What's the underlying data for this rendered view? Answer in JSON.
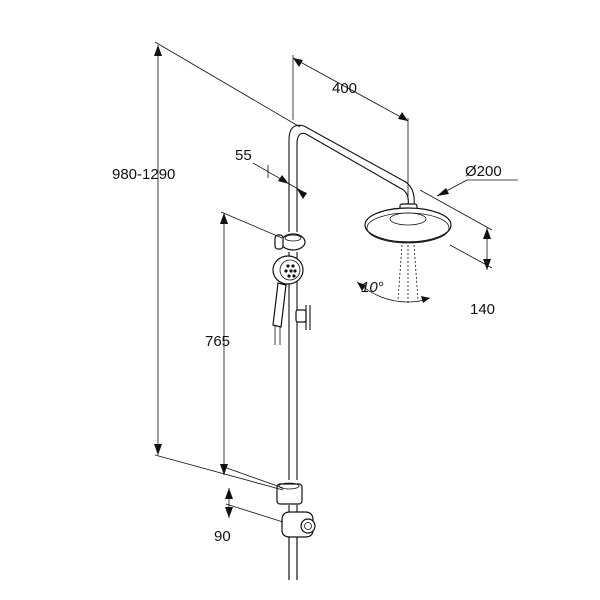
{
  "dimensions": {
    "total_height": "980-1290",
    "arm_length": "400",
    "offset": "55",
    "head_diameter": "Ø200",
    "head_drop": "140",
    "slide_rail": "765",
    "bottom": "90",
    "tilt_angle": "10°"
  }
}
